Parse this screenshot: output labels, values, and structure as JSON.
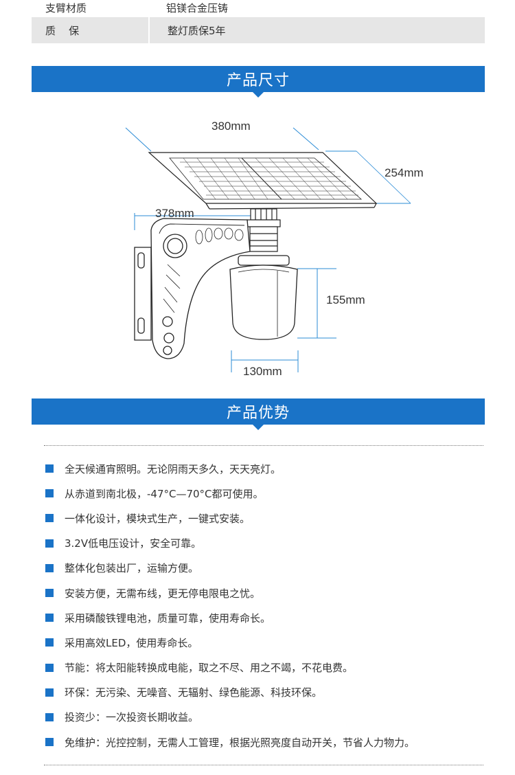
{
  "specs": [
    {
      "key": "支臂材质",
      "value": "铝镁合金压铸"
    },
    {
      "key": "质    保",
      "value": "整灯质保5年"
    }
  ],
  "sections": {
    "size_title": "产品尺寸",
    "advantage_title": "产品优势"
  },
  "dimensions": {
    "panel_width": "380mm",
    "panel_depth": "254mm",
    "arm_length": "378mm",
    "lamp_height": "155mm",
    "lamp_width": "130mm"
  },
  "advantages": [
    "全天候通宵照明。无论阴雨天多久，天天亮灯。",
    "从赤道到南北极，-47°C—70°C都可使用。",
    "一体化设计，模块式生产，一键式安装。",
    "3.2V低电压设计，安全可靠。",
    "整体化包装出厂，运输方便。",
    "安装方便，无需布线，更无停电限电之忧。",
    "采用磷酸铁锂电池，质量可靠，使用寿命长。",
    "采用高效LED，使用寿命长。",
    "节能：将太阳能转换成电能，取之不尽、用之不竭，不花电费。",
    "环保：无污染、无噪音、无辐射、绿色能源、科技环保。",
    "投资少：一次投资长期收益。",
    "免维护：光控控制，无需人工管理，根据光照亮度自动开关，节省人力物力。"
  ],
  "colors": {
    "accent": "#1a73c7",
    "row_bg": "#e6e6e6"
  }
}
